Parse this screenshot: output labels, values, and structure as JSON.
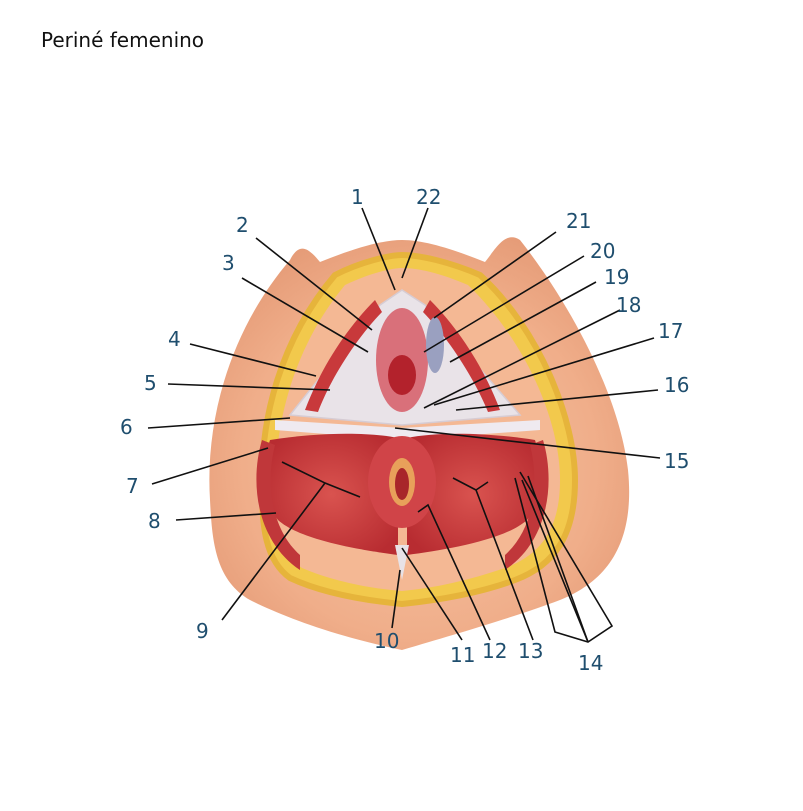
{
  "title": "Periné femenino",
  "colors": {
    "label": "#1f4e6e",
    "skin": "#f0b28f",
    "fat": "#efc23a",
    "muscle": "#c8393b",
    "fascia": "#e8e2e6"
  },
  "labels": {
    "l1": "1",
    "l2": "2",
    "l3": "3",
    "l4": "4",
    "l5": "5",
    "l6": "6",
    "l7": "7",
    "l8": "8",
    "l9": "9",
    "l10": "10",
    "l11": "11",
    "l12": "12",
    "l13": "13",
    "l14": "14",
    "l15": "15",
    "l16": "16",
    "l17": "17",
    "l18": "18",
    "l19": "19",
    "l20": "20",
    "l21": "21",
    "l22": "22"
  }
}
